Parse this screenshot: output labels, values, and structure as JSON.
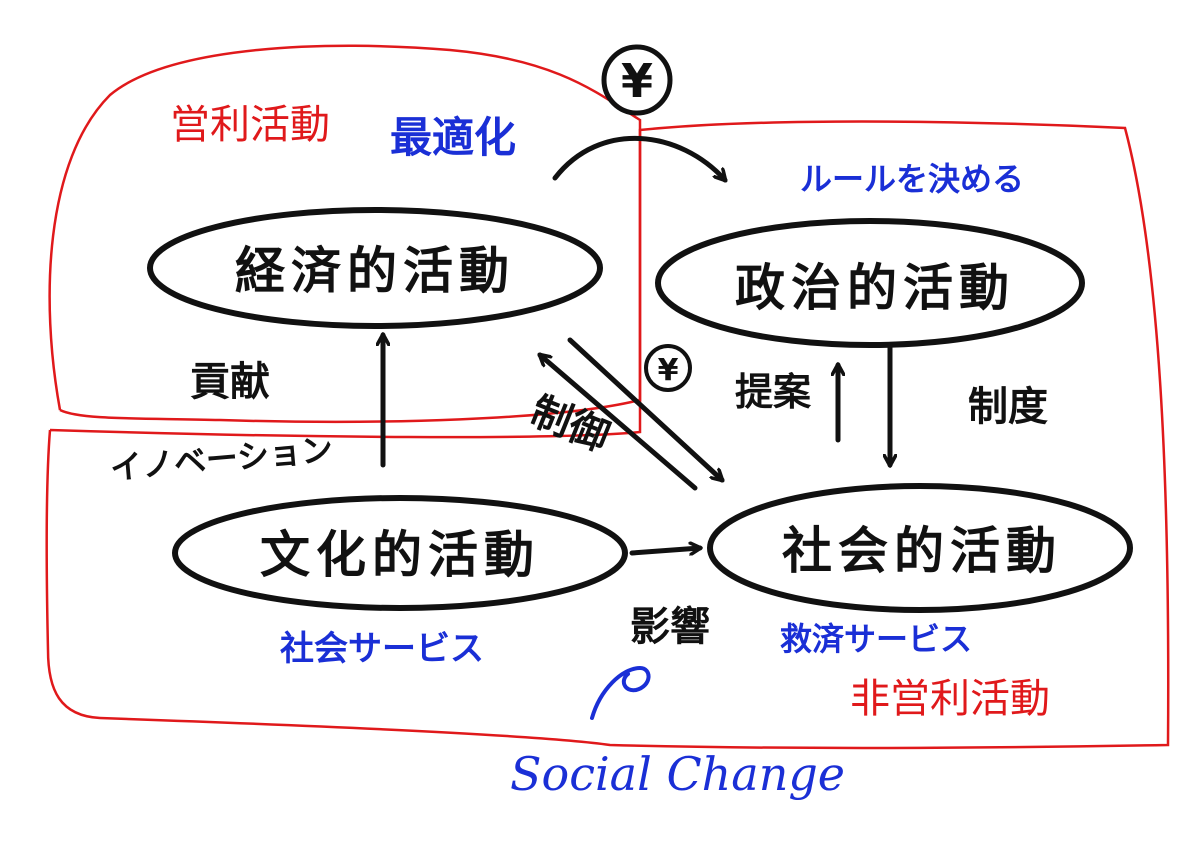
{
  "colors": {
    "ink": "#111111",
    "blue": "#1a2fd6",
    "red": "#e0191b"
  },
  "regions": {
    "for_profit": "営利活動",
    "non_profit": "非営利活動"
  },
  "nodes": {
    "economic": "経済的活動",
    "political": "政治的活動",
    "cultural": "文化的活動",
    "social": "社会的活動"
  },
  "labels": {
    "maximize": "最適化",
    "rules": "ルールを決める",
    "contribution": "貢献",
    "innovation": "イノベーション",
    "control": "制御",
    "proposal": "提案",
    "system": "制度",
    "influence": "影響",
    "social_service": "社会サービス",
    "relief_service": "救済サービス",
    "social_change": "Social Change"
  },
  "icons": {
    "yen_big": "¥",
    "yen_small": "¥"
  }
}
